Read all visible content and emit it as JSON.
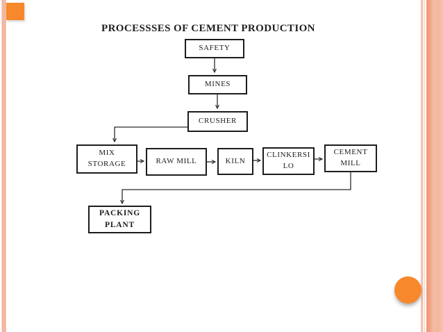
{
  "slide": {
    "title": "PROCESSSES OF CEMENT PRODUCTION"
  },
  "flowchart": {
    "nodes": [
      {
        "id": "safety",
        "label": "SAFETY",
        "lines": [
          "SAFETY"
        ]
      },
      {
        "id": "mines",
        "label": "MINES",
        "lines": [
          "MINES"
        ]
      },
      {
        "id": "crusher",
        "label": "CRUSHER",
        "lines": [
          "CRUSHER"
        ]
      },
      {
        "id": "mix-storage",
        "label": "MIX STORAGE",
        "lines": [
          "MIX",
          "STORAGE"
        ]
      },
      {
        "id": "raw-mill",
        "label": "RAW MILL",
        "lines": [
          "RAW MILL"
        ]
      },
      {
        "id": "kiln",
        "label": "KILN",
        "lines": [
          "KILN"
        ]
      },
      {
        "id": "clinkersi-lo",
        "label": "CLINKERSI LO",
        "lines": [
          "CLINKERSI",
          "LO"
        ]
      },
      {
        "id": "cement-mill",
        "label": "CEMENT MILL",
        "lines": [
          "CEMENT",
          "MILL"
        ]
      },
      {
        "id": "packing-plant",
        "label": "PACKING PLANT",
        "lines": [
          "PACKING",
          "PLANT"
        ],
        "bold": true
      }
    ],
    "edges": [
      {
        "from": "SAFETY",
        "to": "MINES"
      },
      {
        "from": "MINES",
        "to": "CRUSHER"
      },
      {
        "from": "CRUSHER",
        "to": "MIX STORAGE"
      },
      {
        "from": "MIX STORAGE",
        "to": "RAW MILL"
      },
      {
        "from": "RAW MILL",
        "to": "KILN"
      },
      {
        "from": "KILN",
        "to": "CLINKERSI LO"
      },
      {
        "from": "CLINKERSI LO",
        "to": "CEMENT MILL"
      },
      {
        "from": "CEMENT MILL",
        "to": "PACKING PLANT"
      }
    ]
  },
  "theme": {
    "background": "#FFFFFF",
    "accent_orange": "#F7882B",
    "stripe_pink_dark": "#EC9A77",
    "stripe_pink_light": "#F6C3AE",
    "line_color": "#2B2B2B",
    "text_color": "#1C1C1C"
  }
}
